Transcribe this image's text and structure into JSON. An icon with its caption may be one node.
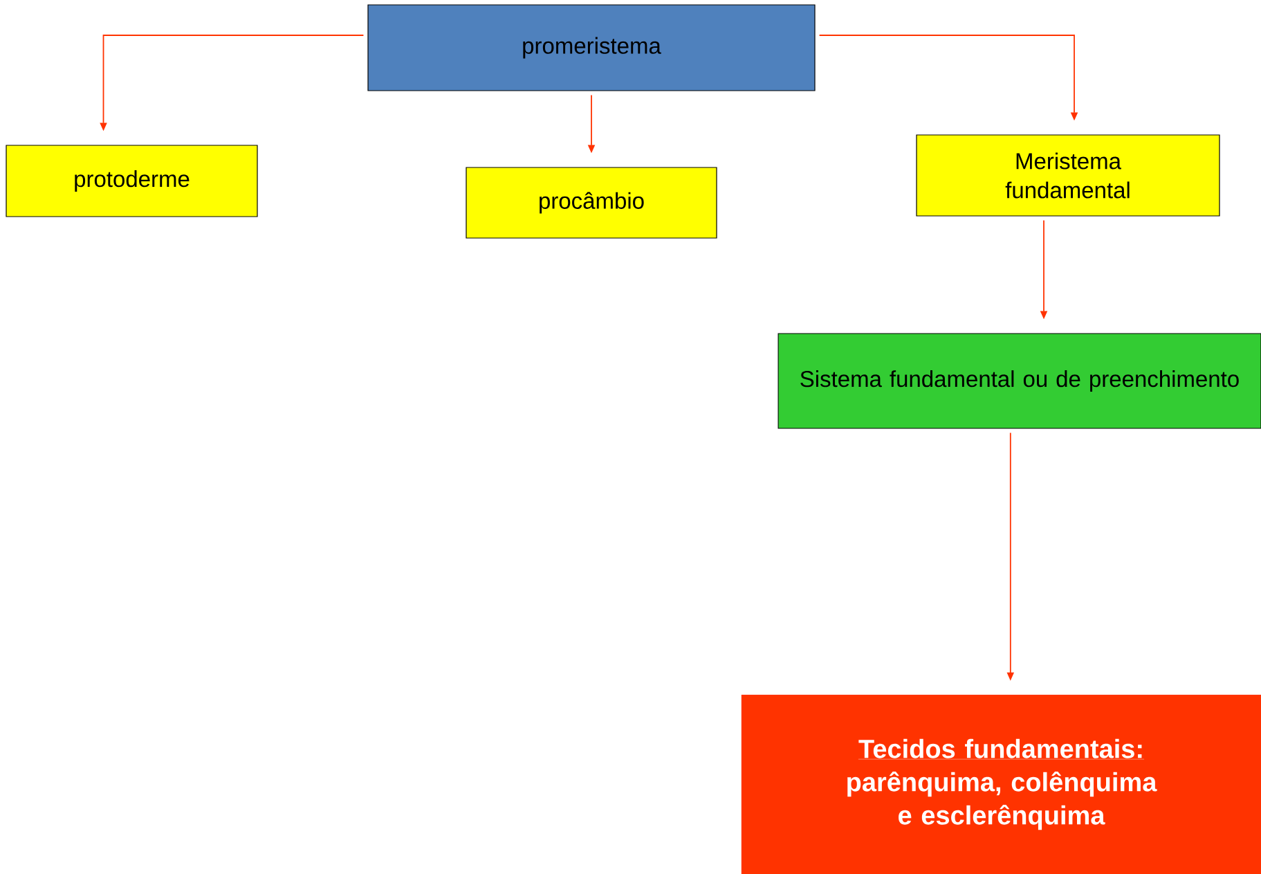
{
  "diagram": {
    "nodes": [
      {
        "text": [
          "promeristema"
        ]
      },
      {
        "text": [
          "protoderme"
        ]
      },
      {
        "text": [
          "procâmbio"
        ]
      },
      {
        "text": [
          "Meristema fundamental"
        ]
      },
      {
        "text": [
          "Sistema fundamental ou de preenchimento"
        ]
      },
      {
        "text": [
          "Tecidos fundamentais:",
          "parênquima, colênquima e esclerênquima"
        ]
      }
    ],
    "edges": [
      {
        "from": 0,
        "to": 1,
        "arrow": "to"
      },
      {
        "from": 0,
        "to": 2,
        "arrow": "to"
      },
      {
        "from": 0,
        "to": 3,
        "arrow": "to"
      },
      {
        "from": 3,
        "to": 4,
        "arrow": "to"
      },
      {
        "from": 4,
        "to": 5,
        "arrow": "to"
      }
    ]
  }
}
